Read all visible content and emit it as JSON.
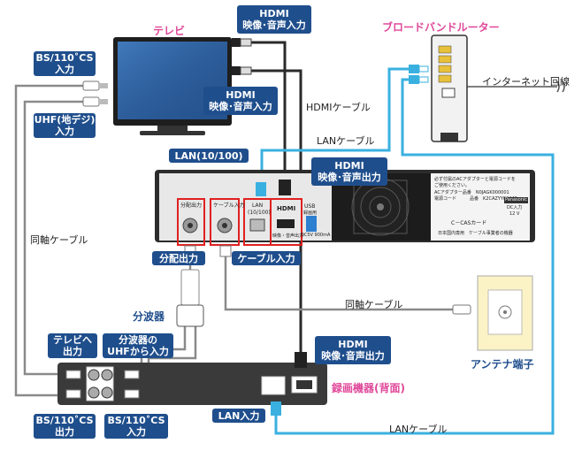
{
  "devices": {
    "tv": "テレビ",
    "router": "ブロードバンドルーター",
    "recorder": "録画機器(背面)",
    "antenna": "アンテナ端子",
    "splitter": "分波器"
  },
  "callouts": {
    "hdmi_top_l1": "HDMI",
    "hdmi_top_l2": "映像･音声入力",
    "hdmi_mid_l1": "HDMI",
    "hdmi_mid_l2": "映像･音声入力",
    "hdmi_out_l1": "HDMI",
    "hdmi_out_l2": "映像･音声出力",
    "hdmi_bottom_l1": "HDMI",
    "hdmi_bottom_l2": "映像･音声出力",
    "bs_tv_l1": "BS/110˚CS",
    "bs_tv_l2": "入力",
    "uhf_tv_l1": "UHF(地デジ)",
    "uhf_tv_l2": "入力",
    "lan_port": "LAN(10/100)",
    "split_out": "分配出力",
    "cable_in": "ケーブル入力",
    "rec_tv_l1": "テレビへ",
    "rec_tv_l2": "出力",
    "rec_uhf_l1": "分波器の",
    "rec_uhf_l2": "UHFから入力",
    "rec_bs_out_l1": "BS/110˚CS",
    "rec_bs_out_l2": "出力",
    "rec_bs_in_l1": "BS/110˚CS",
    "rec_bs_in_l2": "入力",
    "lan_in": "LAN入力"
  },
  "cables": {
    "hdmi_cable": "HDMIケーブル",
    "lan_cable_top": "LANケーブル",
    "lan_cable_bottom": "LANケーブル",
    "coax_left": "同軸ケーブル",
    "coax_right": "同軸ケーブル",
    "internet_line": "インターネット回線"
  },
  "stb_panel": {
    "port_split": "分配出力",
    "port_cable": "ケーブル入力",
    "port_lan_l1": "LAN",
    "port_lan_l2": "(10/100)",
    "port_hdmi": "HDMI",
    "port_hdmi_sub": "映像・音声出力",
    "usb": "USB",
    "usb_sub1": "録画用",
    "usb_sub2": "DC5V 900mA",
    "notice1": "必ず付属のACアダプターと電源コードを",
    "notice2": "ご使用ください。",
    "adapter1": "ACアダプター品番　N0JAGK000001",
    "adapter2": "電源コード　　　品番　K2CAZYY00446",
    "dc_in1": "DC入力",
    "dc_in2": "12 V",
    "bcas": "C－CASカード",
    "warn1": "日本国内専用",
    "warn2": "ケーブル事業者の機器",
    "brand": "Panasonic"
  },
  "colors": {
    "navy": "#1f4e8c",
    "pink": "#e0489a",
    "lan_blue": "#3ab0e0",
    "cable_gray": "#8a8a8a",
    "device_dark": "#3a3a3a"
  }
}
